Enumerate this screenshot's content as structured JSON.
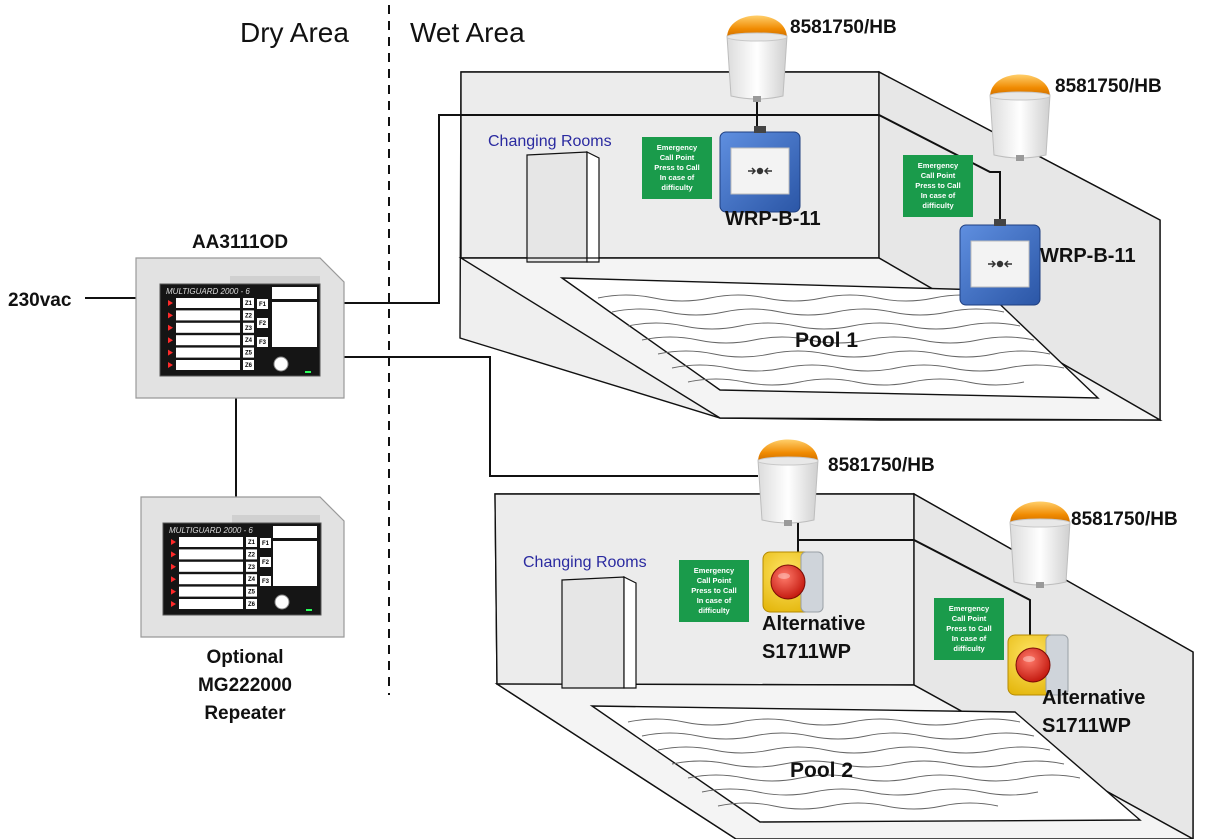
{
  "areas": {
    "dry": "Dry Area",
    "wet": "Wet Area"
  },
  "power": "230vac",
  "panel": {
    "model": "AA3111OD",
    "header": "MULTIGUARD 2000 - 6",
    "zones": [
      "Z1",
      "Z2",
      "Z3",
      "Z4",
      "Z5",
      "Z6"
    ],
    "fkeys": [
      "F1",
      "F2",
      "F3"
    ]
  },
  "repeater": {
    "line1": "Optional",
    "line2": "MG222000",
    "line3": "Repeater"
  },
  "sounder_model": "8581750/HB",
  "call_point_model": "WRP-B-11",
  "alternative": {
    "line1": "Alternative",
    "line2": "S1711WP"
  },
  "sign_lines": [
    "Emergency",
    "Call Point",
    "Press to Call",
    "In case of",
    "difficulty"
  ],
  "rooms": {
    "changing": "Changing Rooms",
    "pool1": "Pool 1",
    "pool2": "Pool 2"
  },
  "colors": {
    "sign_green": "#1a9b4b",
    "call_point_blue": "#3b6fc4",
    "beacon_amber": "#f08a00",
    "panel_dark": "#151515",
    "room_text": "#2a2aa0"
  }
}
